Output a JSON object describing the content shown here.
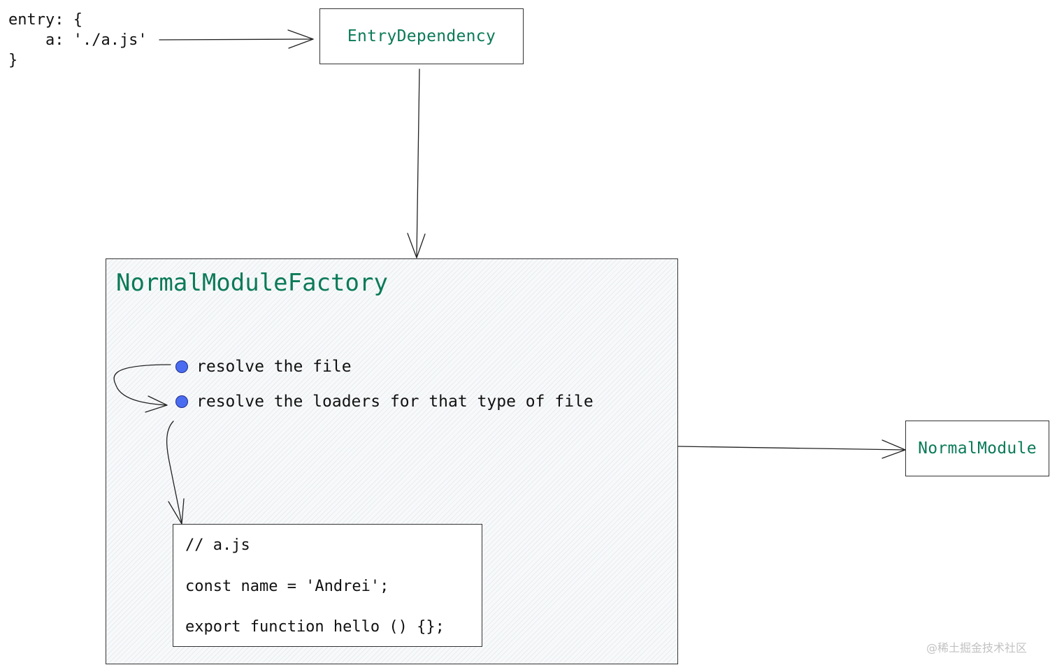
{
  "entry_code": {
    "line1": "entry: {",
    "line2": "    a: './a.js'",
    "line3": "}"
  },
  "entry_dependency": {
    "label": "EntryDependency"
  },
  "factory": {
    "title": "NormalModuleFactory",
    "steps": [
      {
        "label": "resolve the file"
      },
      {
        "label": "resolve the loaders for that type of file"
      }
    ],
    "code": {
      "line1": "// a.js",
      "line2": "const name = 'Andrei';",
      "line3": "export function hello () {};"
    }
  },
  "normal_module": {
    "label": "NormalModule"
  },
  "watermark": "@稀土掘金技术社区",
  "colors": {
    "label_green": "#0b7a58",
    "bullet_blue": "#4a6cf0",
    "line": "#222222"
  }
}
